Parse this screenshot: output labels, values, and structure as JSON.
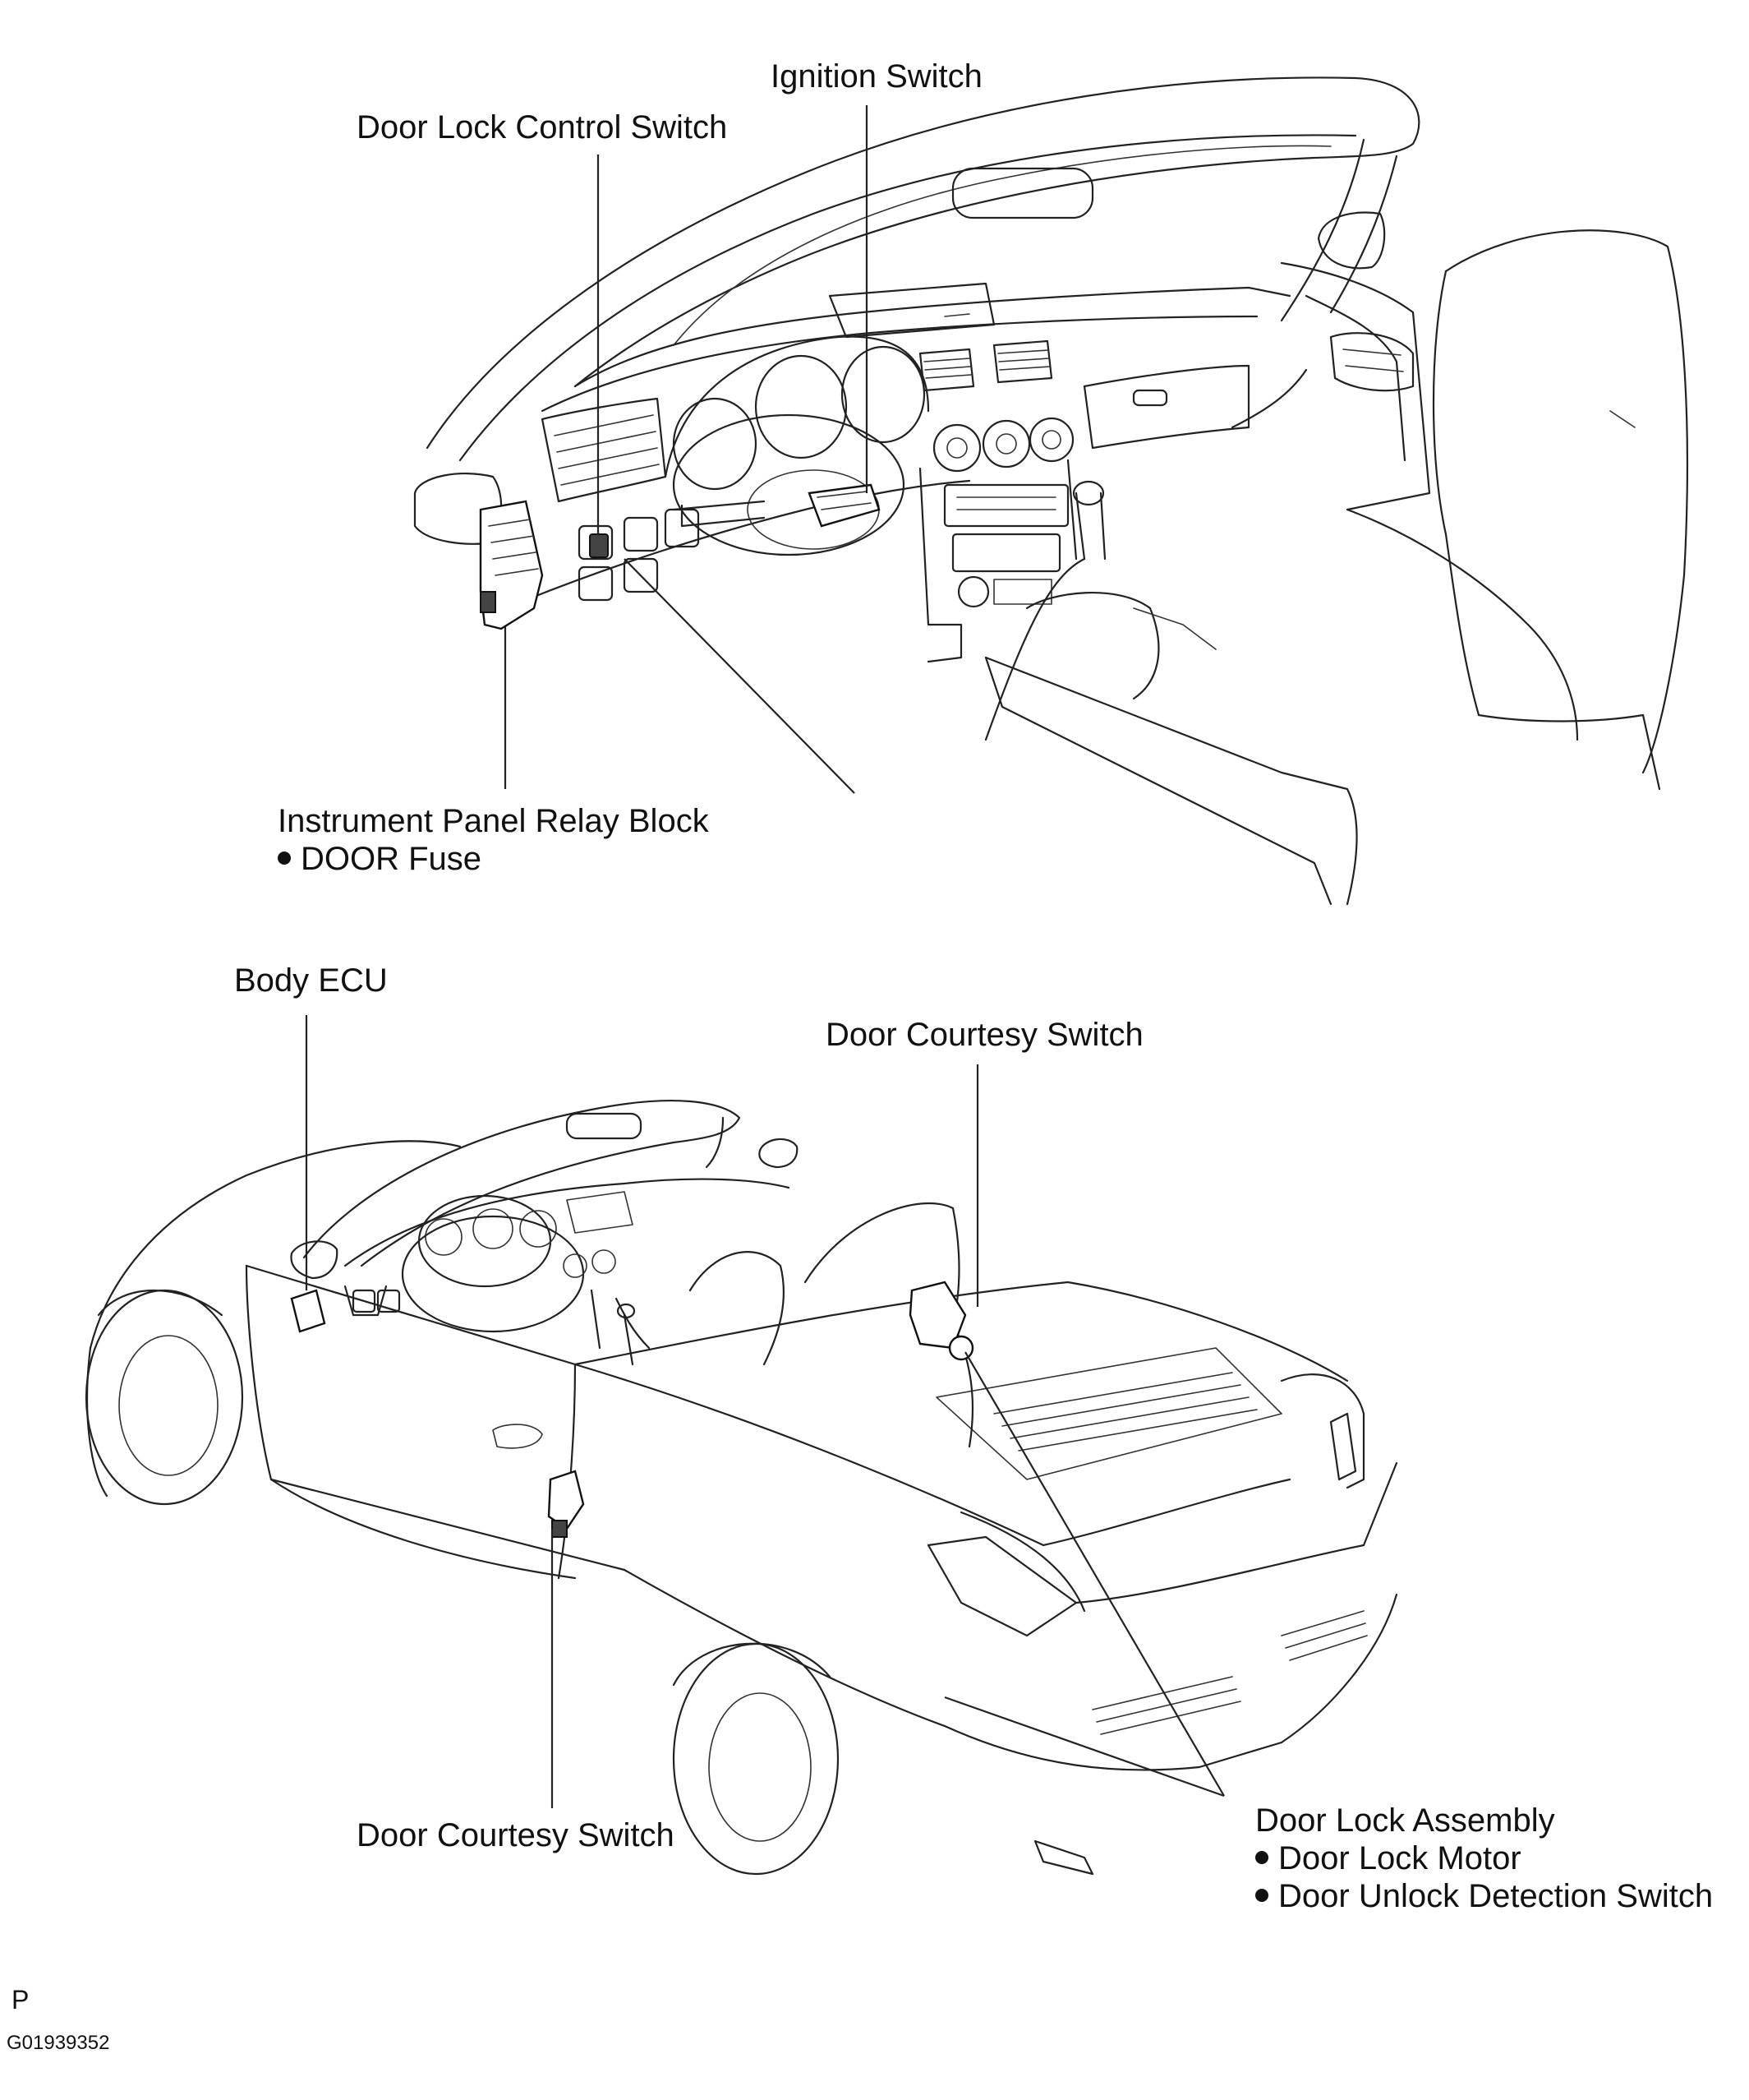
{
  "labels": {
    "ignition_switch": "Ignition Switch",
    "door_lock_control_switch": "Door Lock Control Switch",
    "instrument_panel_relay_block": "Instrument Panel Relay Block",
    "door_fuse": "DOOR Fuse",
    "body_ecu": "Body ECU",
    "door_courtesy_switch_right": "Door Courtesy Switch",
    "door_courtesy_switch_left": "Door Courtesy Switch",
    "door_lock_assembly": "Door Lock Assembly",
    "door_lock_motor": "Door Lock Motor",
    "door_unlock_detection_switch": "Door Unlock Detection Switch"
  },
  "footer": {
    "page_marker": "P",
    "figure_code": "G01939352"
  }
}
